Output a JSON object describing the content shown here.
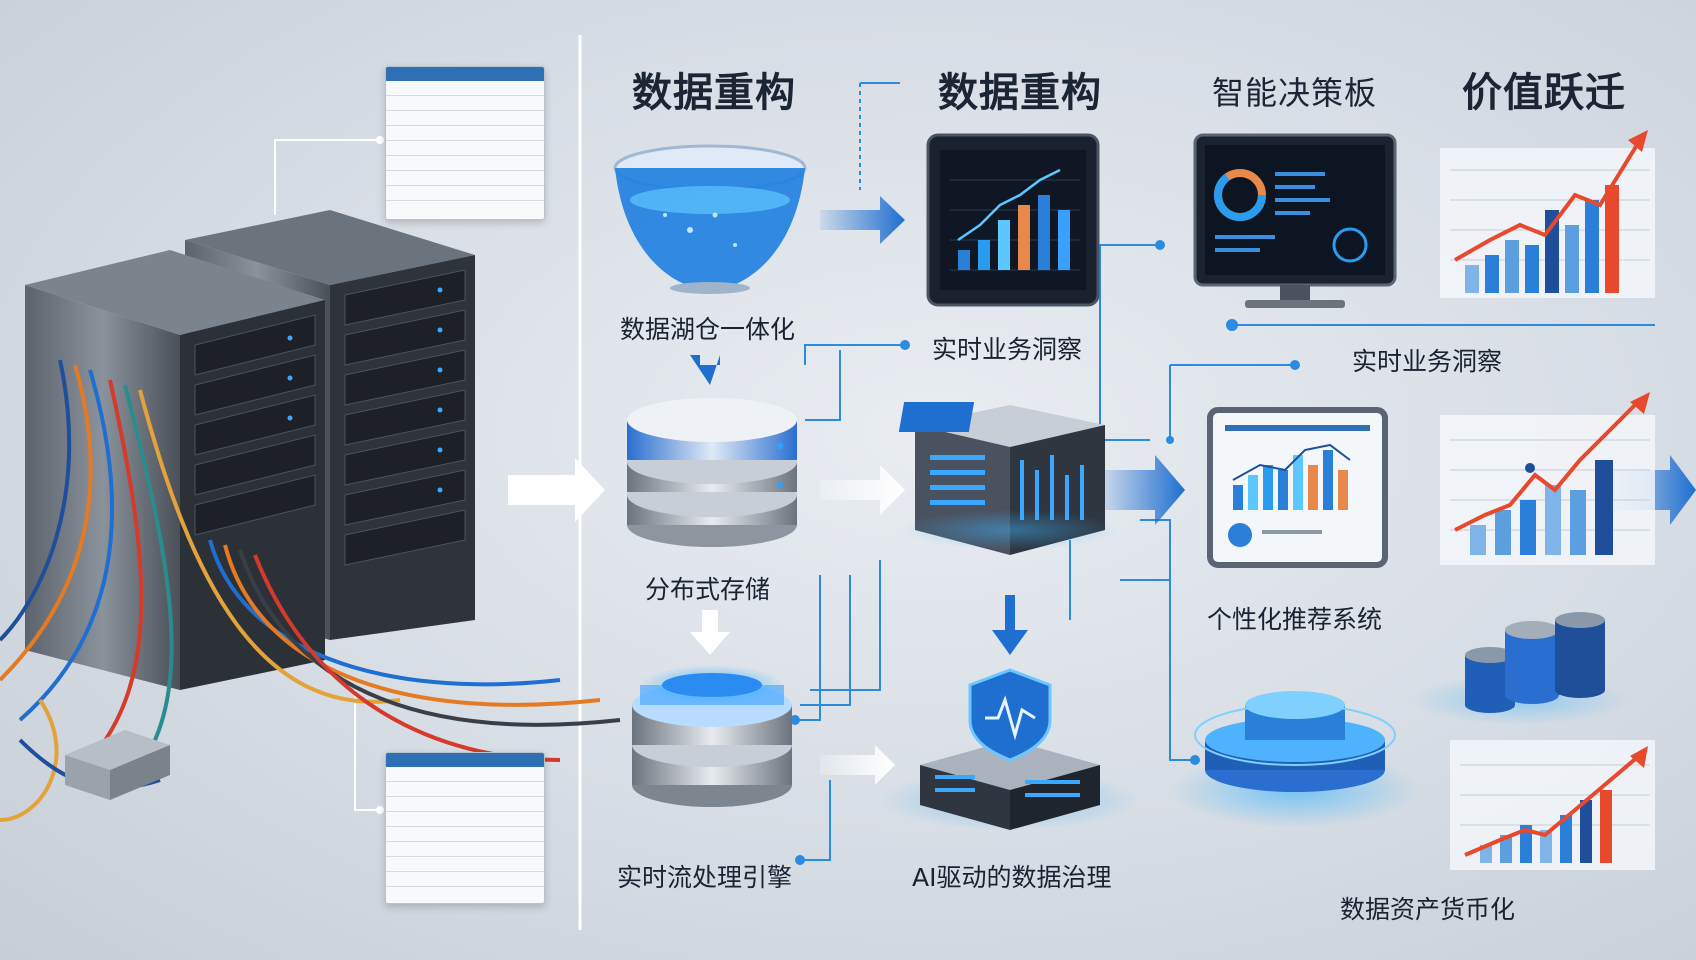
{
  "titles": {
    "col2": "数据重构",
    "col3": "数据重构",
    "col4": "智能决策板",
    "col5": "价值跃迁"
  },
  "labels": {
    "lakehouse": "数据湖仓一体化",
    "distributed_storage": "分布式存储",
    "stream_engine": "实时流处理引擎",
    "realtime_insight": "实时业务洞察",
    "ai_governance": "AI驱动的数据治理",
    "realtime_insight_right": "实时业务洞察",
    "recommendation": "个性化推荐系统",
    "data_monetization": "数据资产货币化"
  },
  "colors": {
    "accent_blue": "#1f6fd1",
    "glow_blue": "#2aa5ff",
    "trend_red": "#e8482c",
    "server_dark": "#3a4049"
  },
  "icons": [
    "server-rack-icon",
    "data-sheet-icon",
    "glass-bowl-icon",
    "database-stack-icon",
    "stream-database-icon",
    "monitor-chart-icon",
    "ai-chip-icon",
    "shield-icon",
    "dashboard-monitor-icon",
    "tablet-chart-icon",
    "growth-chart-icon",
    "cylinder-cluster-icon"
  ]
}
